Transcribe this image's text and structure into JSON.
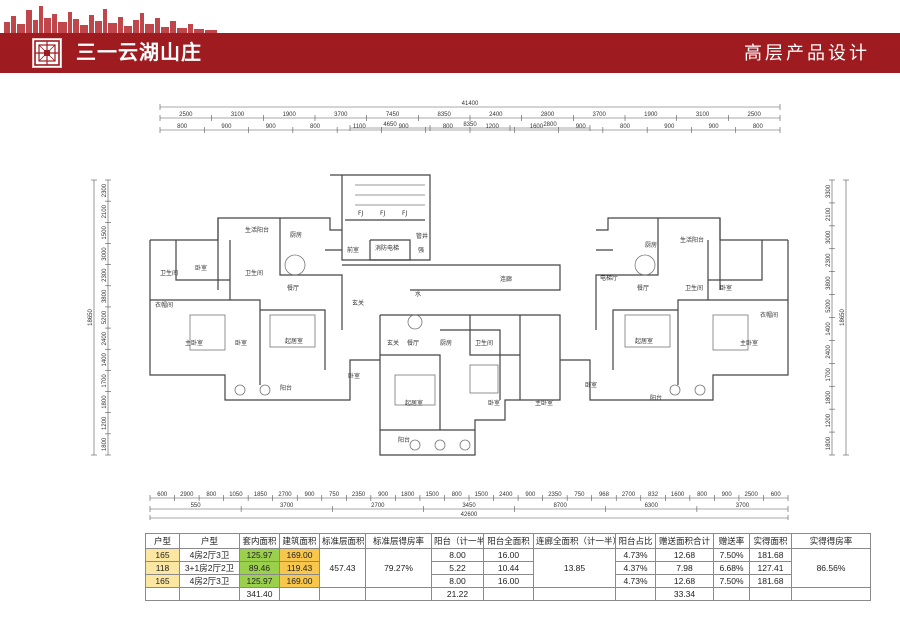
{
  "header": {
    "brand": "三一云湖山庄",
    "section_title": "高层产品设计",
    "logo_icon": "lattice-logo-icon",
    "skyline_icon": "city-skyline-icon",
    "accent_color": "#9e1b20"
  },
  "plan": {
    "top_dims_outer": [
      "41400"
    ],
    "top_dims_row1": [
      "2500",
      "3100",
      "1900",
      "3700",
      "7450",
      "8350",
      "2400",
      "2800",
      "3700",
      "1900",
      "3100",
      "2500"
    ],
    "top_dims_row2_mid": [
      "4650",
      "8350",
      "2800"
    ],
    "top_dims_row3": [
      "800",
      "900",
      "900",
      "800",
      "1100",
      "900",
      "800",
      "1200",
      "1600",
      "900",
      "800",
      "900",
      "900",
      "800"
    ],
    "bottom_dims_row1": [
      "600",
      "2900",
      "800",
      "1050",
      "1850",
      "2700",
      "900",
      "750",
      "2350",
      "900",
      "1800",
      "1500",
      "800",
      "1500",
      "2400",
      "900",
      "2350",
      "750",
      "968",
      "2700",
      "832",
      "1600",
      "800",
      "900",
      "2500",
      "600"
    ],
    "bottom_dims_row2": [
      "550",
      "3700",
      "2700",
      "3450",
      "8700",
      "6300",
      "3700"
    ],
    "bottom_dims_outer": [
      "42600"
    ],
    "left_dims": [
      "2300",
      "2100",
      "1500",
      "3000",
      "2300",
      "3800",
      "5200",
      "2400",
      "1400",
      "1700",
      "1800",
      "1200",
      "1800"
    ],
    "left_total": "18650",
    "right_dims": [
      "3300",
      "2100",
      "3000",
      "2300",
      "3800",
      "5200",
      "1400",
      "2400",
      "1700",
      "1800",
      "1200",
      "1800"
    ],
    "right_total": "18650",
    "rooms": {
      "living_left": "起居室",
      "living_center": "起居室",
      "living_right": "起居室",
      "master_left": "主卧室",
      "master_center": "主卧室",
      "master_right": "主卧室",
      "bedroom": "卧室",
      "bath": "卫生间",
      "kitchen": "厨房",
      "dining": "餐厅",
      "balcony": "阳台",
      "service_balcony": "生活阳台",
      "cloak": "衣帽间",
      "foyer": "玄关",
      "front_room": "前室",
      "corridor": "连廊",
      "elevator": "消防电梯",
      "stair_tag": "FJ",
      "well_tag": "管井",
      "water_tag": "水",
      "elevator_hall": "电梯厅",
      "gate_tag": "强"
    }
  },
  "table": {
    "headers": [
      "户型",
      "户型",
      "套内面积",
      "建筑面积",
      "标准层面积",
      "标准层得房率",
      "阳台（计一半）",
      "阳台全面积",
      "连廊全面积（计一半）",
      "阳台占比",
      "赠送面积合计",
      "赠送率",
      "实得面积",
      "实得得房率"
    ],
    "rows": [
      [
        "165",
        "4房2厅3卫",
        "125.97",
        "169.00",
        "8.00",
        "16.00",
        "4.73%",
        "12.68",
        "7.50%",
        "181.68"
      ],
      [
        "118",
        "3+1房2厅2卫",
        "89.46",
        "119.43",
        "5.22",
        "10.44",
        "4.37%",
        "7.98",
        "6.68%",
        "127.41"
      ],
      [
        "165",
        "4房2厅3卫",
        "125.97",
        "169.00",
        "8.00",
        "16.00",
        "4.73%",
        "12.68",
        "7.50%",
        "181.68"
      ]
    ],
    "merged": {
      "standard_floor_area": "457.43",
      "standard_floor_ratio": "79.27%",
      "corridor_area": "13.85",
      "actual_ratio": "86.56%"
    },
    "totals": {
      "inner_area": "341.40",
      "balcony_half": "21.22",
      "gift_total": "33.34"
    },
    "colors": {
      "unit_code": "#fbe6a2",
      "inner_area": "#9bd04d",
      "building_area": "#f7c64c"
    }
  }
}
